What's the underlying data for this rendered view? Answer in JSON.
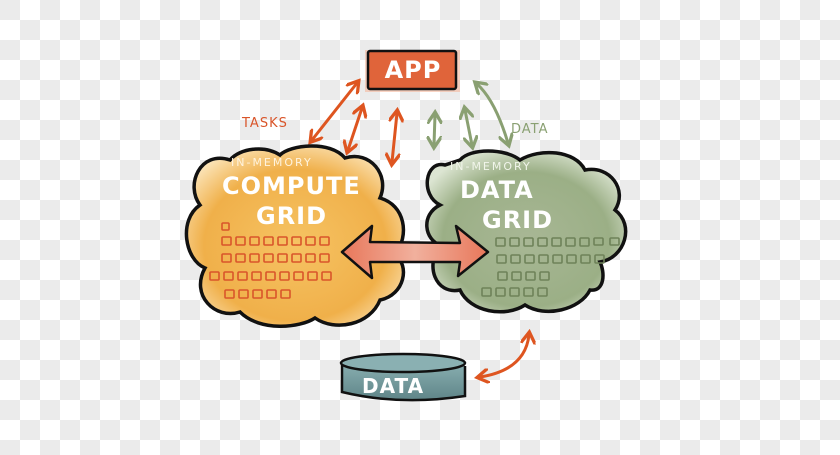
{
  "diagram": {
    "background": "transparent-checkerboard",
    "colors": {
      "app": "#e0643a",
      "compute_grid": "#f2b54a",
      "data_grid": "#9fb08a",
      "database": "#6f9497",
      "task_arrows": "#de5520",
      "data_arrows": "#8aa072",
      "exchange_arrow": "#e58a6e",
      "outline": "#111111"
    },
    "nodes": {
      "app": {
        "label": "APP"
      },
      "compute_grid": {
        "subtitle": "IN-MEMORY",
        "title_line1": "COMPUTE",
        "title_line2": "GRID",
        "cell_rows": [
          1,
          8,
          8,
          9,
          5
        ]
      },
      "data_grid": {
        "subtitle": "IN-MEMORY",
        "title_line1": "DATA",
        "title_line2": "GRID",
        "cell_rows": [
          9,
          8,
          4,
          5
        ]
      },
      "database": {
        "label": "DATA"
      }
    },
    "edge_labels": {
      "tasks": "TASKS",
      "data": "DATA"
    },
    "edges": [
      {
        "from": "app",
        "to": "compute_grid",
        "style": "double-arrow",
        "color": "task",
        "label": "TASKS"
      },
      {
        "from": "app",
        "to": "compute_grid",
        "style": "double-arrow",
        "color": "task"
      },
      {
        "from": "app",
        "to": "compute_grid",
        "style": "double-arrow",
        "color": "task"
      },
      {
        "from": "app",
        "to": "data_grid",
        "style": "double-arrow",
        "color": "data"
      },
      {
        "from": "app",
        "to": "data_grid",
        "style": "double-arrow",
        "color": "data"
      },
      {
        "from": "app",
        "to": "data_grid",
        "style": "double-arrow",
        "color": "data",
        "label": "DATA"
      },
      {
        "from": "compute_grid",
        "to": "data_grid",
        "style": "thick-double-arrow",
        "color": "exchange"
      },
      {
        "from": "data_grid",
        "to": "database",
        "style": "curved-double-arrow",
        "color": "task"
      }
    ]
  }
}
